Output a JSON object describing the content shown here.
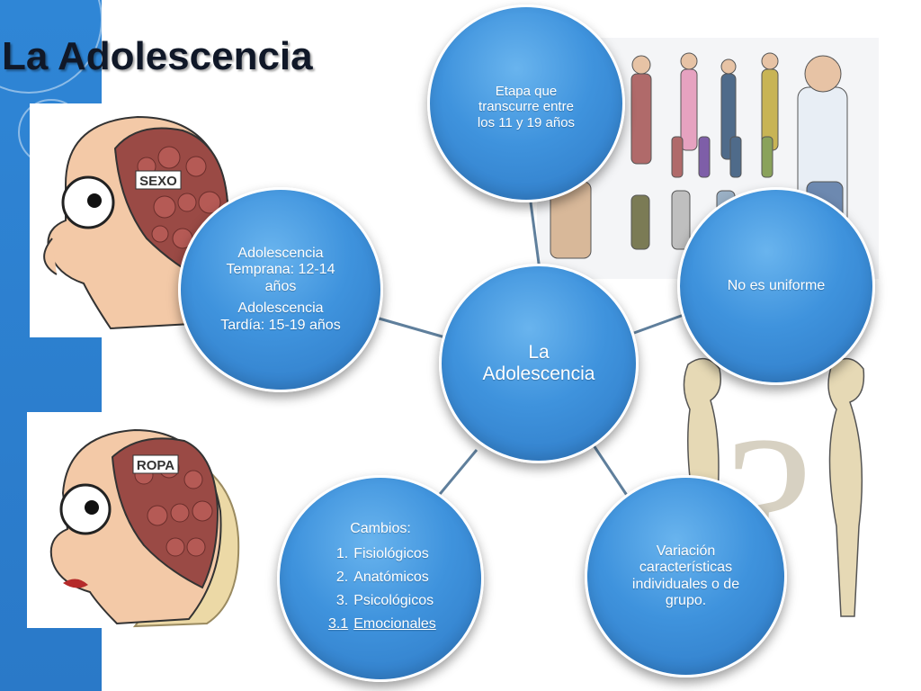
{
  "title": "La Adolescencia",
  "center": {
    "label_lines": [
      "La",
      "Adolescencia"
    ]
  },
  "nodes": {
    "etapa": [
      "Etapa que",
      "transcurre entre",
      "los 11 y 19 años"
    ],
    "fases": {
      "temprana": [
        "Adolescencia",
        "Temprana: 12-14",
        "años"
      ],
      "tardia": [
        "Adolescencia",
        "Tardía: 15-19 años"
      ]
    },
    "uniforme": "No es uniforme",
    "cambios": {
      "heading": "Cambios:",
      "items": [
        {
          "num": "1.",
          "text": "Fisiológicos"
        },
        {
          "num": "2.",
          "text": "Anatómicos"
        },
        {
          "num": "3.",
          "text": "Psicológicos"
        },
        {
          "num": "3.1",
          "text": "Emocionales"
        }
      ]
    },
    "variacion": [
      "Variación",
      "características",
      "individuales o de",
      "grupo."
    ]
  },
  "illustrations": {
    "brain_top_label": "SEXO",
    "brain_bottom_label": "ROPA"
  },
  "colors": {
    "accent_bar": "#2f86d6",
    "node_fill": "#3f93dd",
    "connector": "#5f7f9c"
  }
}
